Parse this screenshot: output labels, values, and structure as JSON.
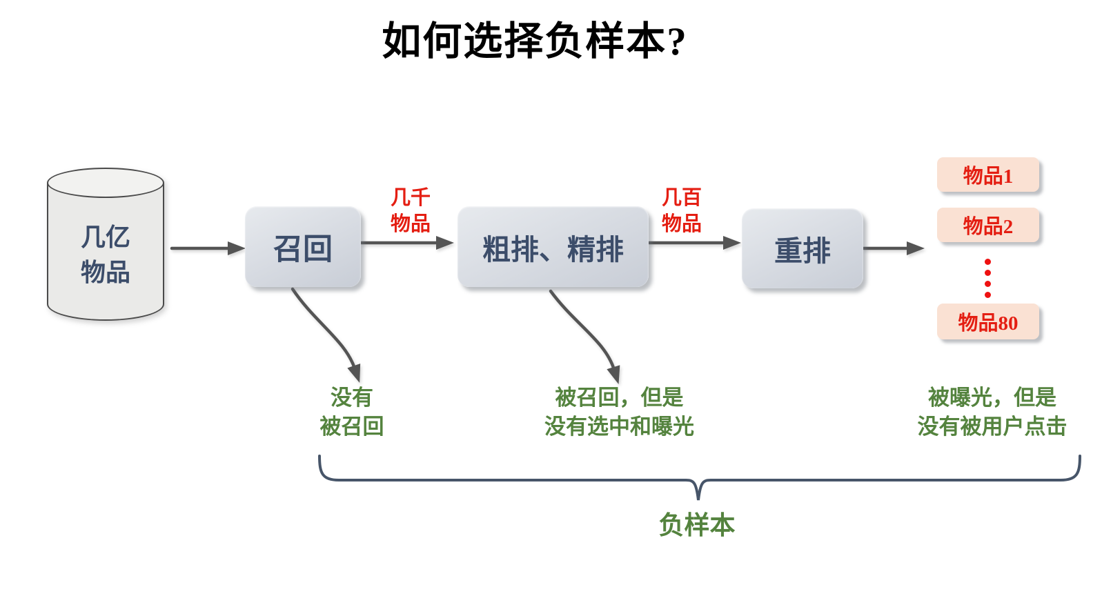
{
  "title": "如何选择负样本?",
  "source_db": {
    "line1": "几亿",
    "line2": "物品"
  },
  "stages": [
    {
      "label": "召回"
    },
    {
      "label": "粗排、精排"
    },
    {
      "label": "重排"
    }
  ],
  "edge_labels": [
    {
      "line1": "几千",
      "line2": "物品"
    },
    {
      "line1": "几百",
      "line2": "物品"
    }
  ],
  "results": {
    "items": [
      "物品1",
      "物品2",
      "物品80"
    ],
    "ellipsis_dots": 4
  },
  "notes": [
    {
      "line1": "没有",
      "line2": "被召回"
    },
    {
      "line1": "被召回，但是",
      "line2": "没有选中和曝光"
    },
    {
      "line1": "被曝光，但是",
      "line2": "没有被用户点击"
    }
  ],
  "brace_label": "负样本",
  "colors": {
    "title_text": "#000000",
    "stage_text": "#3c4d6a",
    "stage_fill": "#d6dae1",
    "edge_label_red": "#e41e12",
    "item_fill": "#fae1d3",
    "item_text": "#e41e12",
    "note_green": "#54833e",
    "arrow_gray": "#545454",
    "brace_blue": "#475569"
  }
}
